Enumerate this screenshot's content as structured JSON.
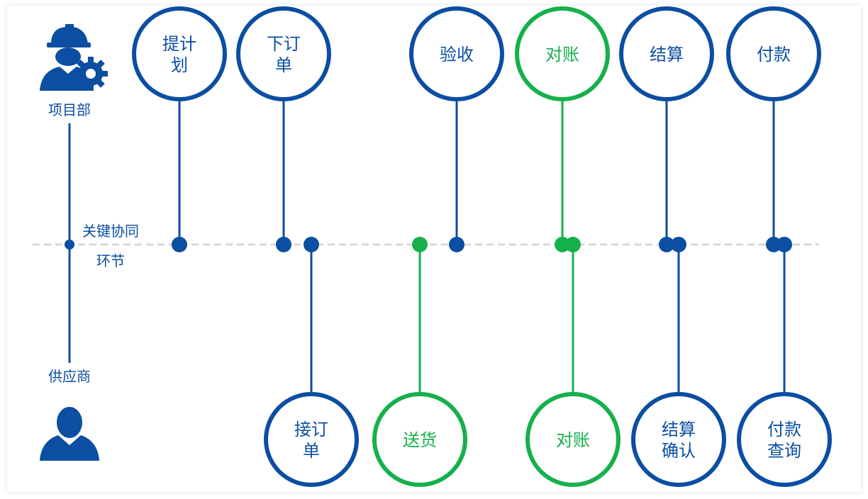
{
  "colors": {
    "blue": "#0b4ea2",
    "green": "#16b04b",
    "dashed": "#d8d8d8"
  },
  "actors": {
    "top": {
      "name": "项目部",
      "icon": "engineer-gear-icon"
    },
    "bottom": {
      "name": "供应商",
      "icon": "person-icon"
    }
  },
  "axis": {
    "label_line1": "关键协同",
    "label_line2": "环节"
  },
  "top_nodes": [
    {
      "id": "plan",
      "lines": [
        "提计",
        "划"
      ],
      "color": "blue"
    },
    {
      "id": "order",
      "lines": [
        "下订",
        "单"
      ],
      "color": "blue"
    },
    {
      "id": "accept",
      "lines": [
        "验收"
      ],
      "color": "blue"
    },
    {
      "id": "reconcile",
      "lines": [
        "对账"
      ],
      "color": "green"
    },
    {
      "id": "settle",
      "lines": [
        "结算"
      ],
      "color": "blue"
    },
    {
      "id": "pay",
      "lines": [
        "付款"
      ],
      "color": "blue"
    }
  ],
  "bottom_nodes": [
    {
      "id": "receive-order",
      "lines": [
        "接订",
        "单"
      ],
      "color": "blue"
    },
    {
      "id": "deliver",
      "lines": [
        "送货"
      ],
      "color": "green"
    },
    {
      "id": "supplier-reconcile",
      "lines": [
        "对账"
      ],
      "color": "green"
    },
    {
      "id": "settle-confirm",
      "lines": [
        "结算",
        "确认"
      ],
      "color": "blue"
    },
    {
      "id": "pay-query",
      "lines": [
        "付款",
        "查询"
      ],
      "color": "blue"
    }
  ]
}
